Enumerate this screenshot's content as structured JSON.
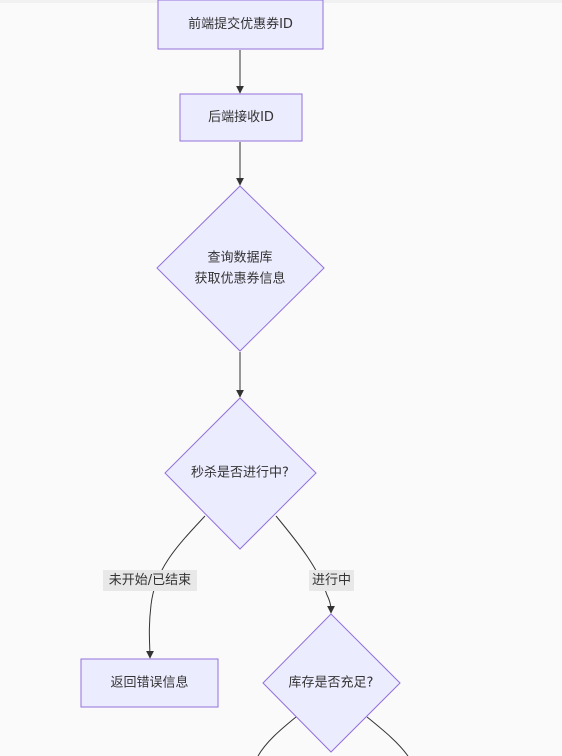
{
  "diagram": {
    "nodes": {
      "submit": {
        "label": "前端提交优惠券ID"
      },
      "receive": {
        "label": "后端接收ID"
      },
      "query": {
        "line1": "查询数据库",
        "line2": "获取优惠券信息"
      },
      "in_progress": {
        "label": "秒杀是否进行中?"
      },
      "error": {
        "label": "返回错误信息"
      },
      "stock": {
        "label": "库存是否充足?"
      }
    },
    "edges": {
      "not_started": {
        "label": "未开始/已结束"
      },
      "ongoing": {
        "label": "进行中"
      }
    },
    "colors": {
      "node_fill": "#ececff",
      "node_stroke": "#9370db",
      "edge": "#333333",
      "label_bg": "#e8e8e8",
      "background": "#fafafa"
    }
  }
}
